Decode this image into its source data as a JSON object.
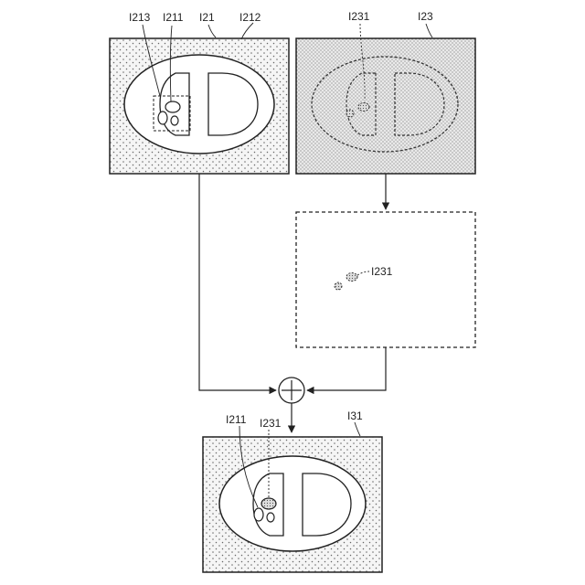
{
  "labels": {
    "i213": "I213",
    "i211_top": "I211",
    "i21": "I21",
    "i212": "I212",
    "i231_top": "I231",
    "i23": "I23",
    "i231_mid": "I231",
    "i211_bottom": "I211",
    "i231_bottom": "I231",
    "i31": "I31"
  },
  "operator": {
    "symbol": "+"
  }
}
